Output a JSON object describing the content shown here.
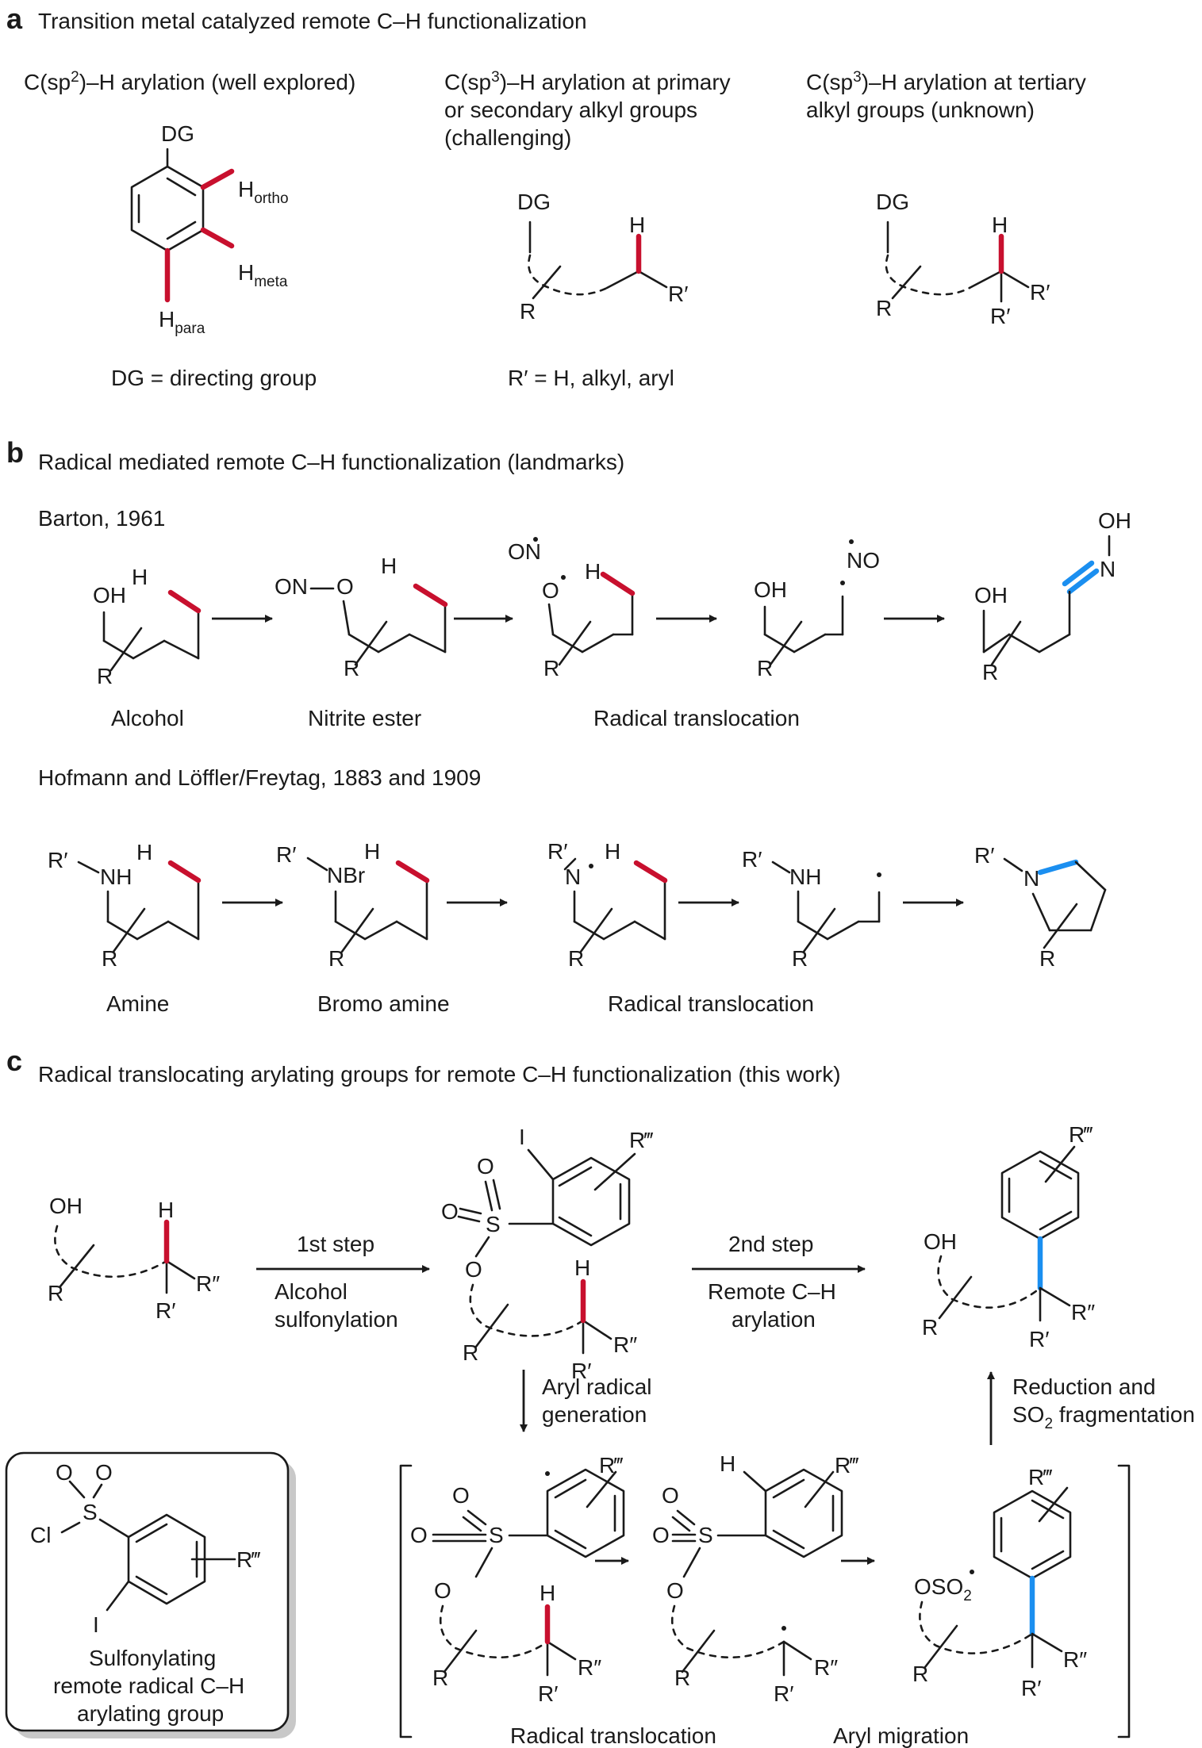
{
  "section_a": {
    "letter": "a",
    "title": "Transition metal catalyzed remote C–H functionalization",
    "col1": {
      "title_pre": "C(sp",
      "title_sup": "2",
      "title_post": ")–H arylation (well explored)",
      "dg": "DG",
      "h_ortho": "H",
      "h_ortho_sub": "ortho",
      "h_meta": "H",
      "h_meta_sub": "meta",
      "h_para": "H",
      "h_para_sub": "para",
      "caption": "DG = directing group"
    },
    "col2": {
      "title_pre": "C(sp",
      "title_sup": "3",
      "title_post": ")–H arylation at primary",
      "title_line2": "or secondary alkyl groups",
      "title_line3": "(challenging)",
      "dg": "DG",
      "h": "H",
      "r": "R",
      "rp": "R′",
      "caption": "R′ = H, alkyl, aryl"
    },
    "col3": {
      "title_pre": "C(sp",
      "title_sup": "3",
      "title_post": ")–H arylation at tertiary",
      "title_line2": "alkyl groups (unknown)",
      "dg": "DG",
      "h": "H",
      "r": "R",
      "rp1": "R′",
      "rp2": "R′"
    }
  },
  "section_b": {
    "letter": "b",
    "title": "Radical mediated remote C–H functionalization (landmarks)",
    "barton": {
      "heading": "Barton, 1961",
      "labels": {
        "alcohol": "Alcohol",
        "nitrite": "Nitrite ester",
        "translocation": "Radical translocation"
      },
      "atoms": {
        "oh": "OH",
        "h": "H",
        "r": "R",
        "on": "ON",
        "o": "O",
        "no": "NO",
        "n": "N"
      }
    },
    "hlf": {
      "heading": "Hofmann and Löffler/Freytag, 1883 and 1909",
      "labels": {
        "amine": "Amine",
        "bromo": "Bromo amine",
        "translocation": "Radical translocation"
      },
      "atoms": {
        "rp": "R′",
        "nh": "NH",
        "nbr": "NBr",
        "n": "N",
        "h": "H",
        "r": "R"
      }
    }
  },
  "section_c": {
    "letter": "c",
    "title": "Radical translocating arylating groups for remote C–H functionalization (this work)",
    "step1": {
      "label": "1st step",
      "desc_line1": "Alcohol",
      "desc_line2": "sulfonylation"
    },
    "step2": {
      "label": "2nd step",
      "desc_line1": "Remote C–H",
      "desc_line2": "arylation"
    },
    "down_arrow": {
      "line1": "Aryl radical",
      "line2": "generation"
    },
    "up_arrow": {
      "line1": "Reduction and",
      "line2_pre": "SO",
      "line2_sub": "2",
      "line2_post": " fragmentation"
    },
    "box": {
      "cl": "Cl",
      "s": "S",
      "o": "O",
      "i": "I",
      "r3": "R‴",
      "line1": "Sulfonylating",
      "line2": "remote radical C–H",
      "line3": "arylating group"
    },
    "bracket_labels": {
      "translocation": "Radical translocation",
      "migration": "Aryl migration"
    },
    "atoms": {
      "oh": "OH",
      "h": "H",
      "r": "R",
      "rp": "R′",
      "rpp": "R″",
      "r3": "R‴",
      "o": "O",
      "s": "S",
      "i": "I",
      "oso2_pre": "OSO",
      "oso2_sub": "2"
    }
  },
  "colors": {
    "highlight_red": "#c8102e",
    "highlight_blue": "#1b8ff0",
    "ink": "#1a1a1a"
  }
}
